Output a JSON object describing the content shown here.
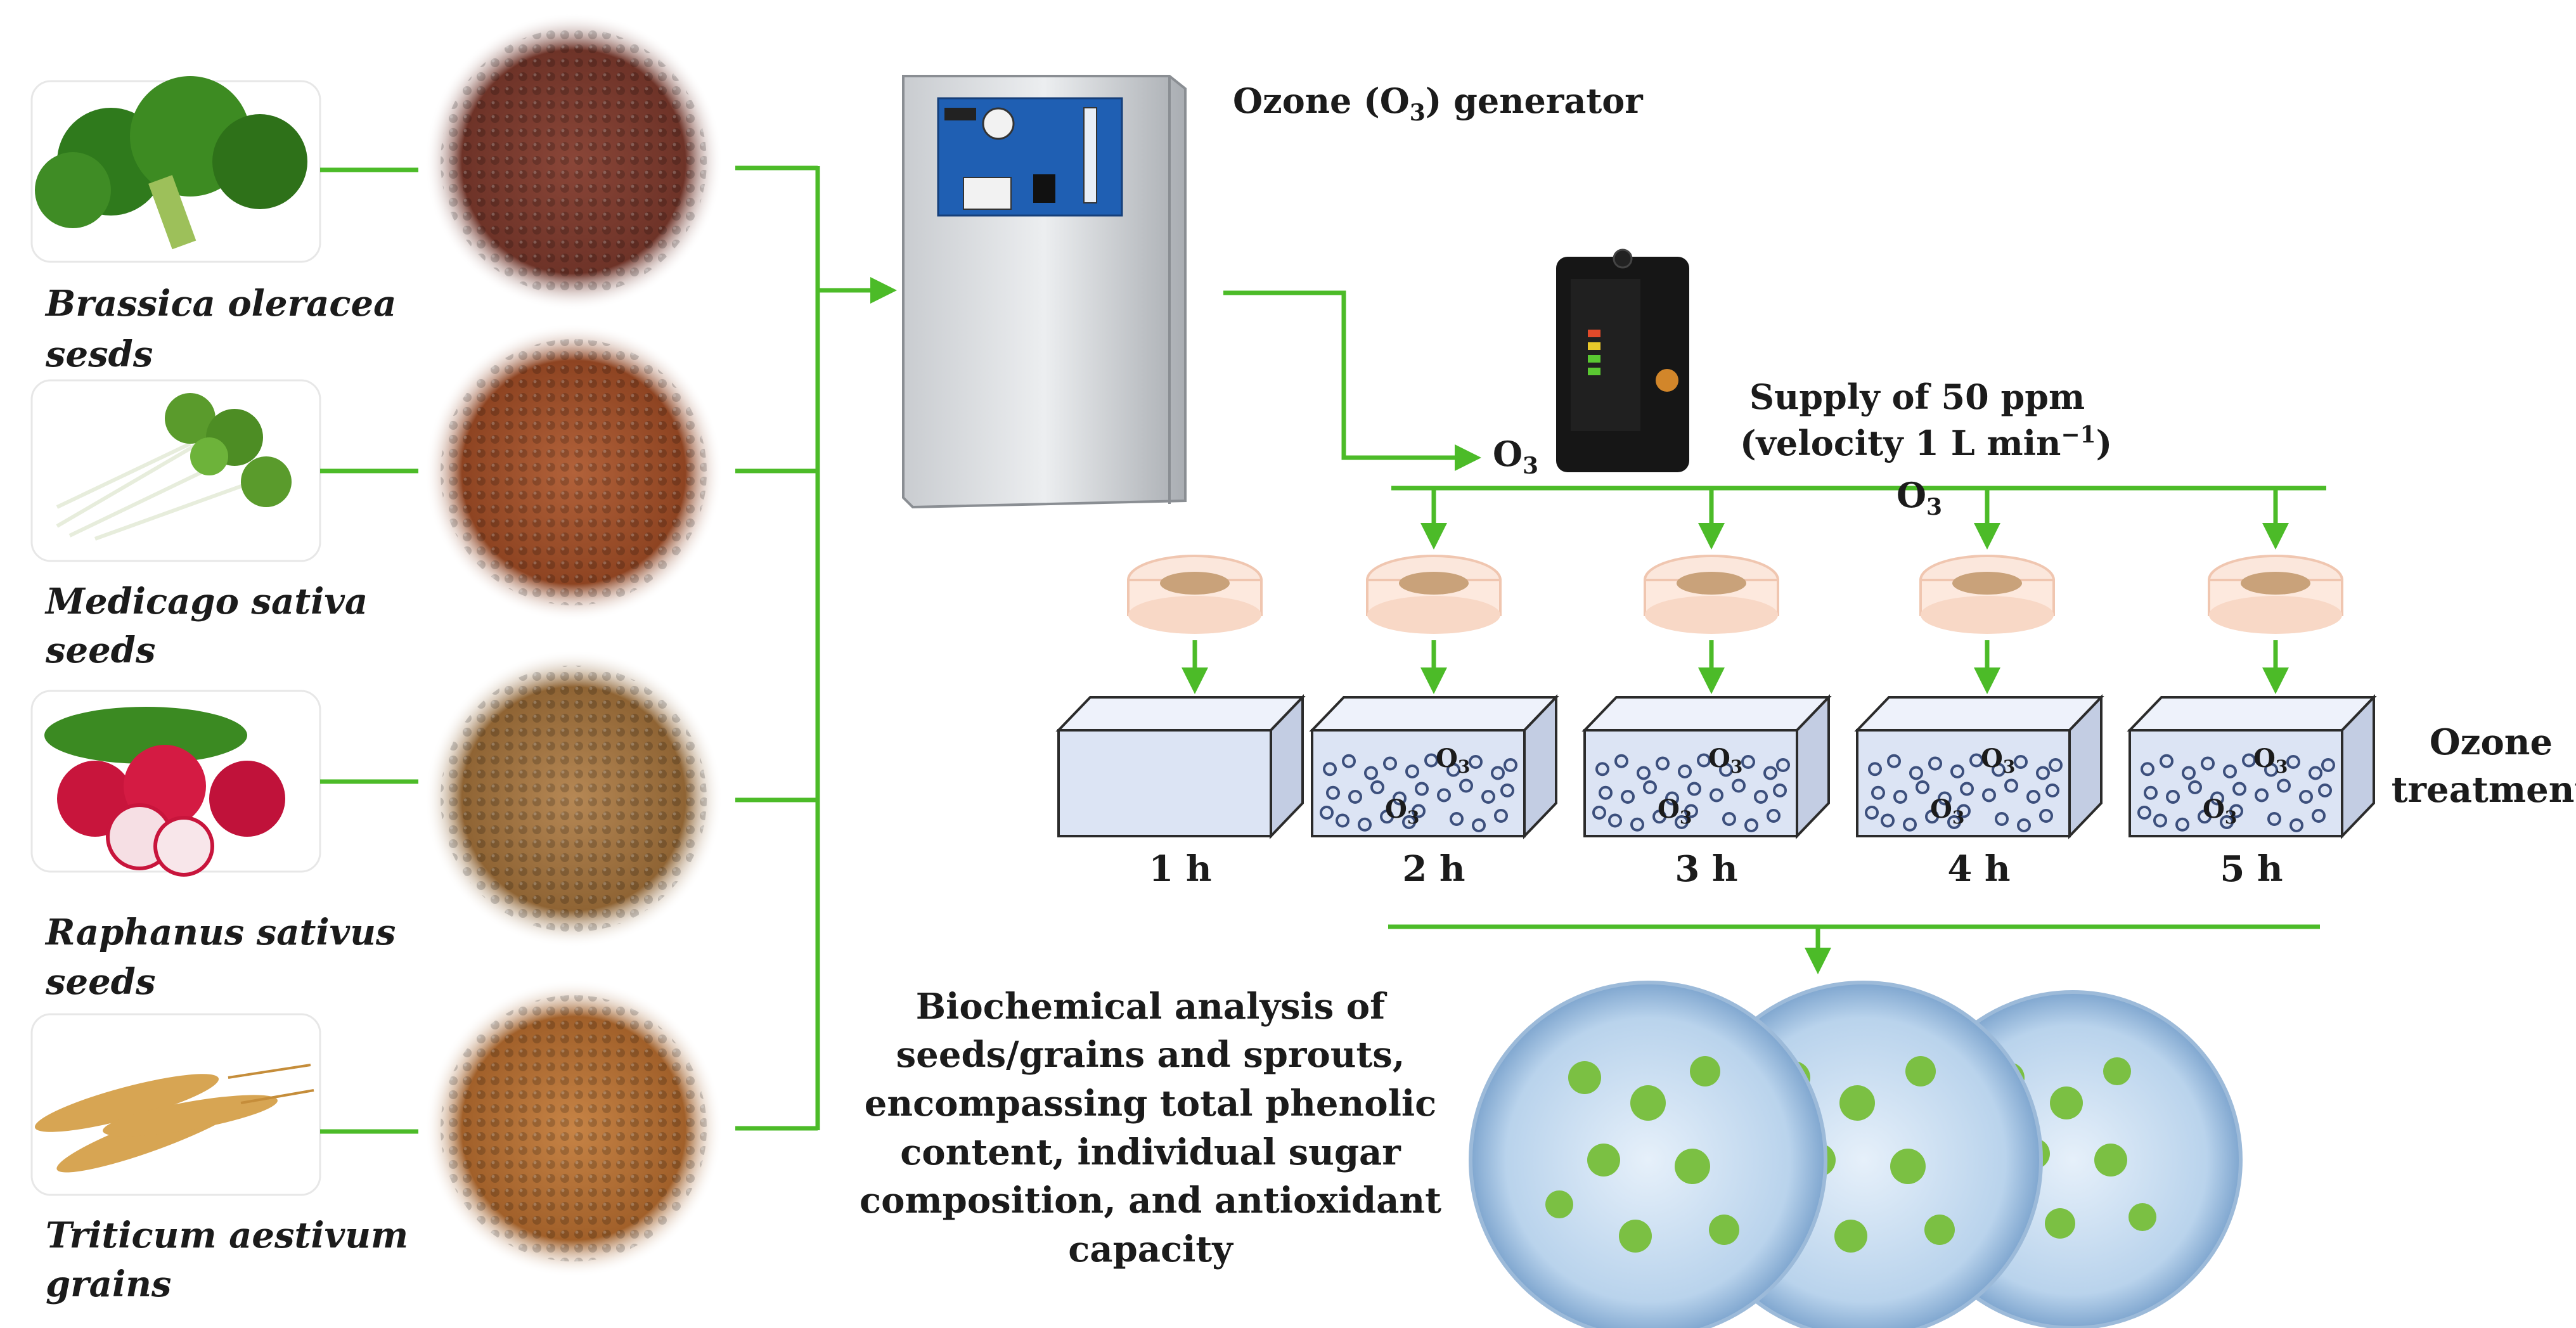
{
  "species": [
    {
      "name_line1": "Brassica oleracea",
      "name_line2": "sesds"
    },
    {
      "name_line1": "Medicago sativa",
      "name_line2": "seeds"
    },
    {
      "name_line1": "Raphanus sativus",
      "name_line2": "seeds"
    },
    {
      "name_line1": "Triticum aestivum",
      "name_line2": "grains"
    }
  ],
  "generator": {
    "label_pre": "Ozone (O",
    "label_sub": "3",
    "label_post": ") generator"
  },
  "supply": {
    "line1": "Supply of 50 ppm",
    "line2": "(velocity 1 L min",
    "line2_sup": "−1",
    "line2_end": ")"
  },
  "o3": {
    "base": "O",
    "sub": "3"
  },
  "treatment": {
    "line1": "Ozone",
    "line2": "treatment",
    "times": [
      "1 h",
      "2 h",
      "3 h",
      "4 h",
      "5 h"
    ]
  },
  "analysis": {
    "lines": [
      "Biochemical analysis of",
      "seeds/grains and sprouts,",
      "encompassing total phenolic",
      "content, individual sugar",
      "composition, and antioxidant",
      "capacity"
    ]
  },
  "colors": {
    "arrow": "#4cbb28",
    "box_front": "#dce4f4",
    "box_top": "#eef2fb",
    "box_side": "#c3cde3",
    "bubble": "#3c4f7c"
  }
}
